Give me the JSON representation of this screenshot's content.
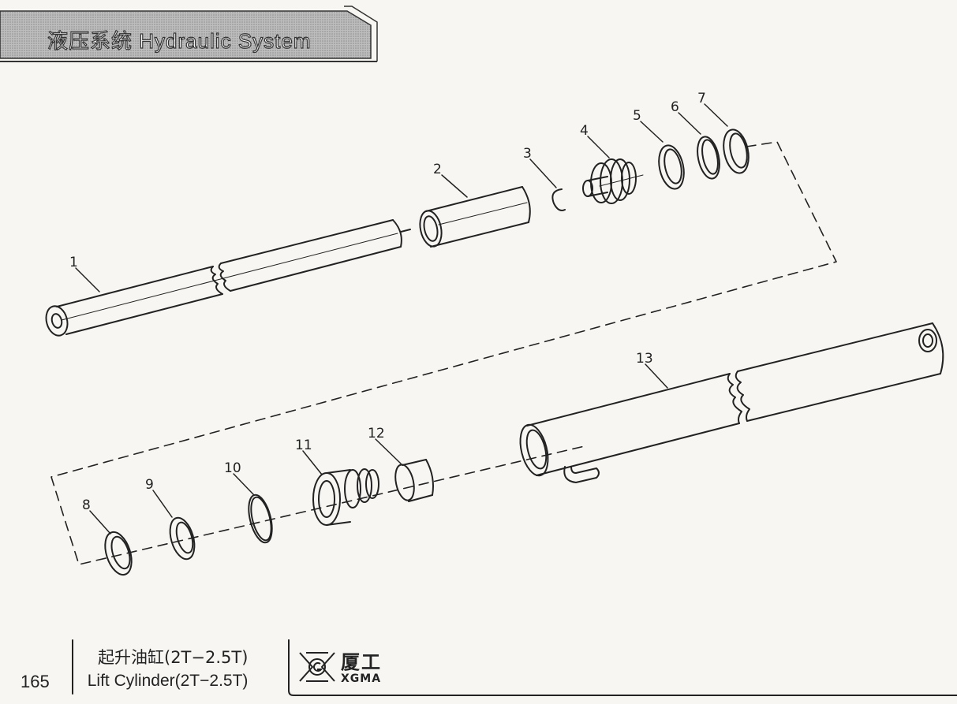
{
  "header": {
    "title": "液压系统  Hydraulic System"
  },
  "callouts": [
    "1",
    "2",
    "3",
    "4",
    "5",
    "6",
    "7",
    "8",
    "9",
    "10",
    "11",
    "12",
    "13"
  ],
  "footer": {
    "page_number": "165",
    "title_zh": "起升油缸(2T−2.5T)",
    "title_en": "Lift Cylinder(2T−2.5T)",
    "brand_zh": "厦工",
    "brand_en": "XGMA"
  }
}
